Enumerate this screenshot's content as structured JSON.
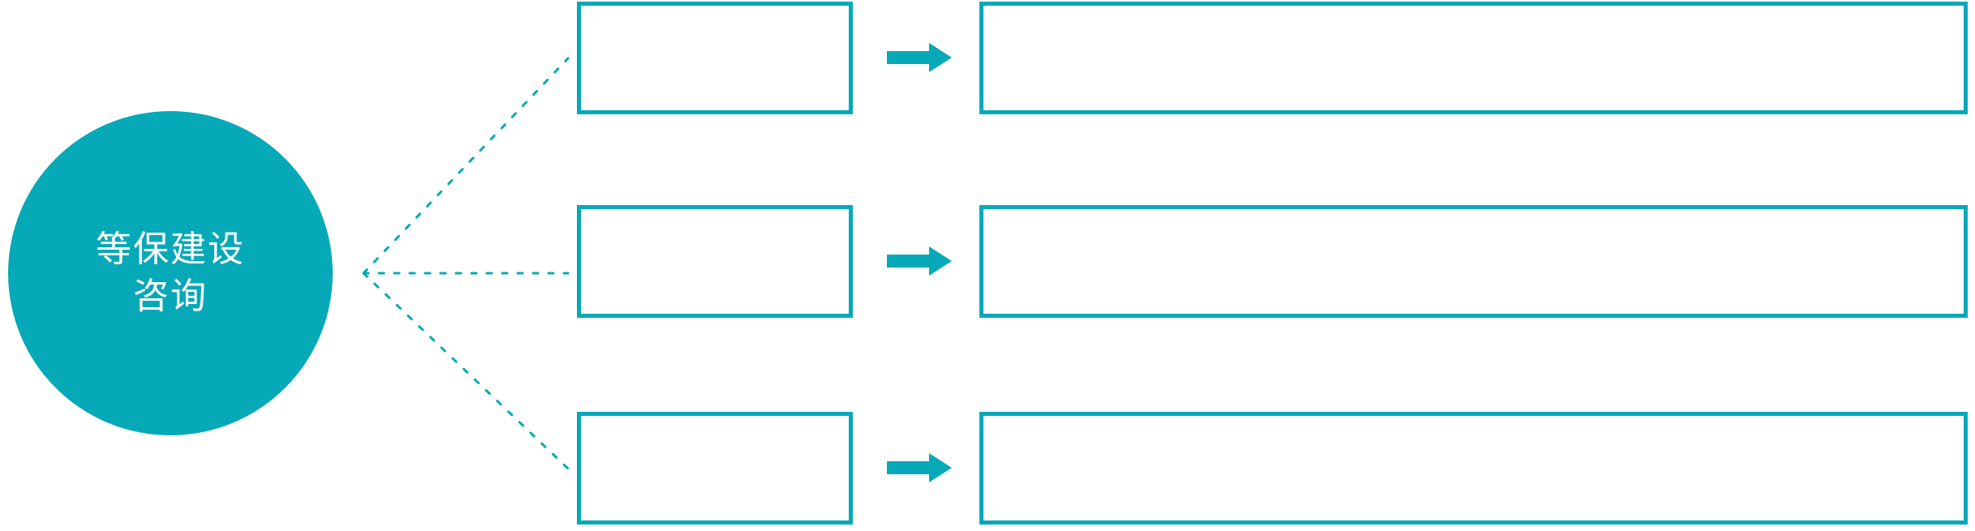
{
  "theme": {
    "accent": "#06A9B8",
    "background": "#ffffff",
    "hub_text_color": "#ffffff",
    "box_border_color": "#06A9B8",
    "connector_color": "#06A9B8"
  },
  "hub": {
    "label_lines": [
      "等保建设",
      "咨询"
    ],
    "shape": "circle"
  },
  "connector": {
    "style": "dotted",
    "origin_label": "fan-origin",
    "branch_count": 3
  },
  "rows": [
    {
      "id": "row-1",
      "stage_label": "",
      "detail_label": "",
      "arrow_icon": "arrow-right-icon"
    },
    {
      "id": "row-2",
      "stage_label": "",
      "detail_label": "",
      "arrow_icon": "arrow-right-icon"
    },
    {
      "id": "row-3",
      "stage_label": "",
      "detail_label": "",
      "arrow_icon": "arrow-right-icon"
    }
  ]
}
